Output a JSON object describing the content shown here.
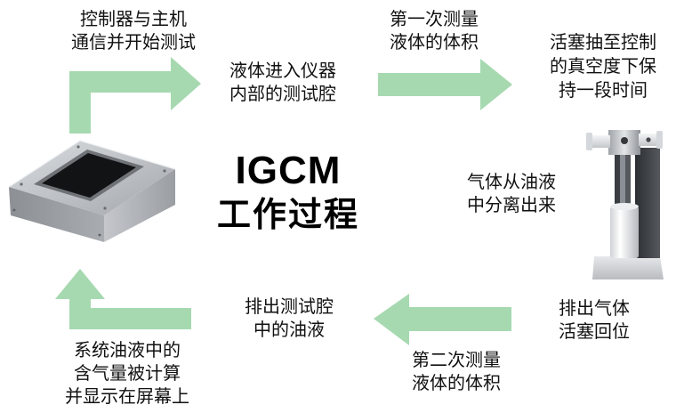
{
  "diagram": {
    "title": "IGCM",
    "subtitle": "工作过程"
  },
  "steps": {
    "controller_comm": [
      "控制器与主机",
      "通信并开始测试"
    ],
    "liquid_enter": [
      "液体进入仪器",
      "内部的测试腔"
    ],
    "first_measure": [
      "第一次测量",
      "液体的体积"
    ],
    "piston_vacuum": [
      "活塞抽至控制",
      "的真空度下保",
      "持一段时间"
    ],
    "gas_separate": [
      "气体从油液",
      "中分离出来"
    ],
    "discharge_gas": [
      "排出气体",
      "活塞回位"
    ],
    "second_measure": [
      "第二次测量",
      "液体的体积"
    ],
    "drain_oil": [
      "排出测试腔",
      "中的油液"
    ],
    "compute_display": [
      "系统油液中的",
      "含气量被计算",
      "并显示在屏幕上"
    ]
  },
  "images": {
    "controller": "controller-console-icon",
    "apparatus": "test-apparatus-icon"
  },
  "colors": {
    "arrow": "#a6d9b0",
    "text": "#111111",
    "title": "#000000",
    "background": "#ffffff"
  }
}
